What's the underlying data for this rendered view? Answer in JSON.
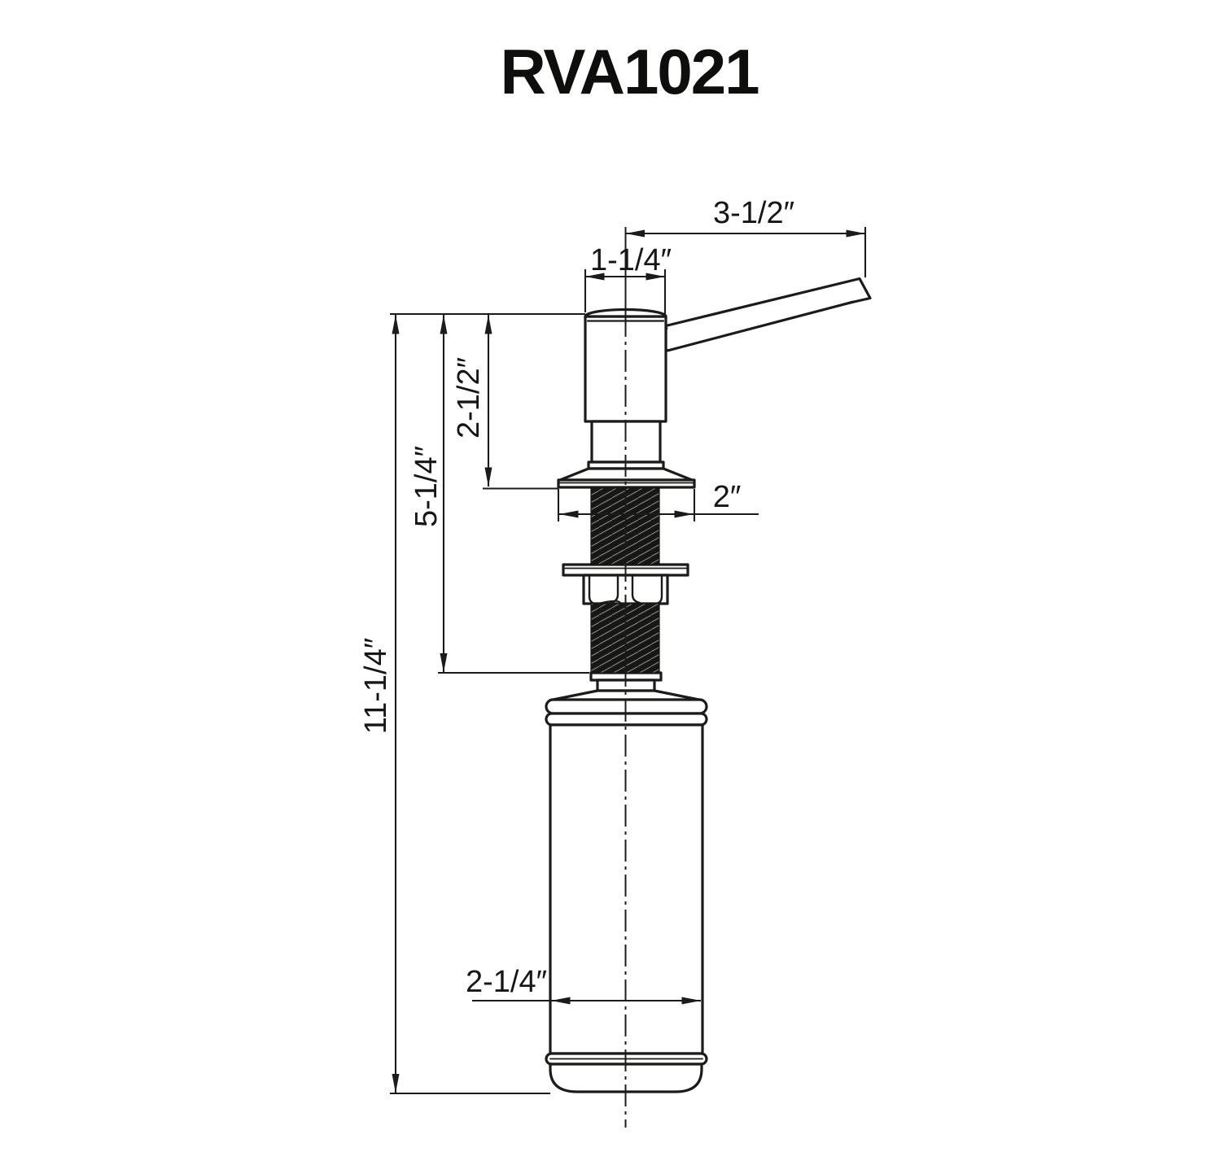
{
  "title": "RVA1021",
  "dimensions": {
    "spout_reach": "3-1/2″",
    "head_width": "1-1/4″",
    "pump_height": "2-1/2″",
    "above_deck_height": "5-1/4″",
    "deck_flange_width": "2″",
    "overall_height": "11-1/4″",
    "bottle_width": "2-1/4″"
  },
  "colors": {
    "line": "#1b1b19",
    "thread_fill": "#171715",
    "background": "#ffffff"
  }
}
